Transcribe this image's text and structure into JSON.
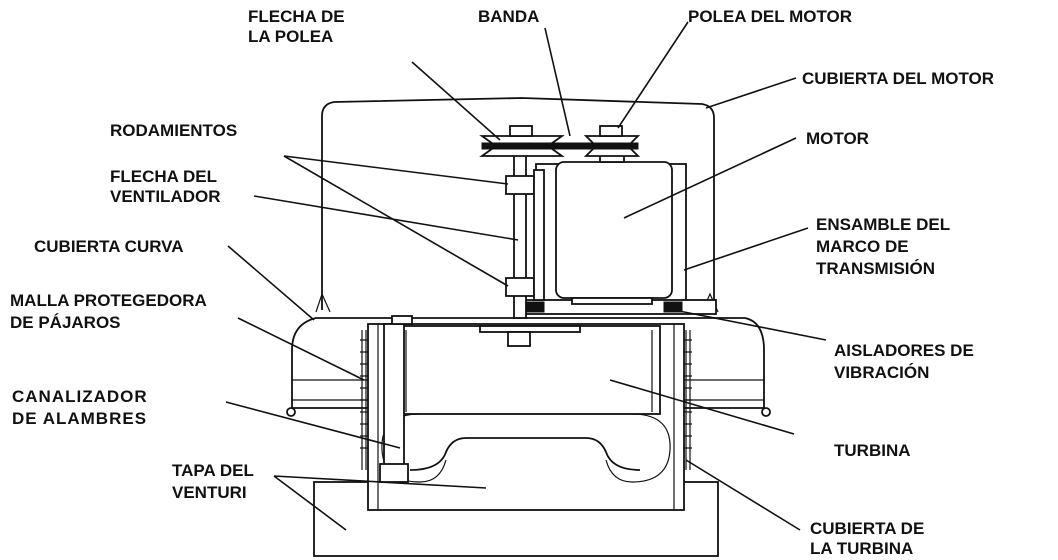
{
  "labels": {
    "flecha_polea_1": "FLECHA DE",
    "flecha_polea_2": "LA POLEA",
    "banda": "BANDA",
    "polea_motor": "POLEA DEL MOTOR",
    "cubierta_motor": "CUBIERTA DEL MOTOR",
    "rodamientos": "RODAMIENTOS",
    "motor": "MOTOR",
    "flecha_ventilador_1": "FLECHA DEL",
    "flecha_ventilador_2": "VENTILADOR",
    "ensamble_1": "ENSAMBLE DEL",
    "ensamble_2": "MARCO DE",
    "ensamble_3": "TRANSMISIÓN",
    "cubierta_curva": "CUBIERTA CURVA",
    "malla_1": "MALLA PROTEGEDORA",
    "malla_2": "DE PÁJAROS",
    "aisladores_1": "AISLADORES DE",
    "aisladores_2": "VIBRACIÓN",
    "canalizador_1": "CANALIZADOR",
    "canalizador_2": "DE ALAMBRES",
    "turbina": "TURBINA",
    "tapa_1": "TAPA DEL",
    "tapa_2": "VENTURI",
    "cubierta_turbina_1": "CUBIERTA DE",
    "cubierta_turbina_2": "LA TURBINA"
  },
  "colors": {
    "line": "#111111",
    "background": "#ffffff"
  }
}
